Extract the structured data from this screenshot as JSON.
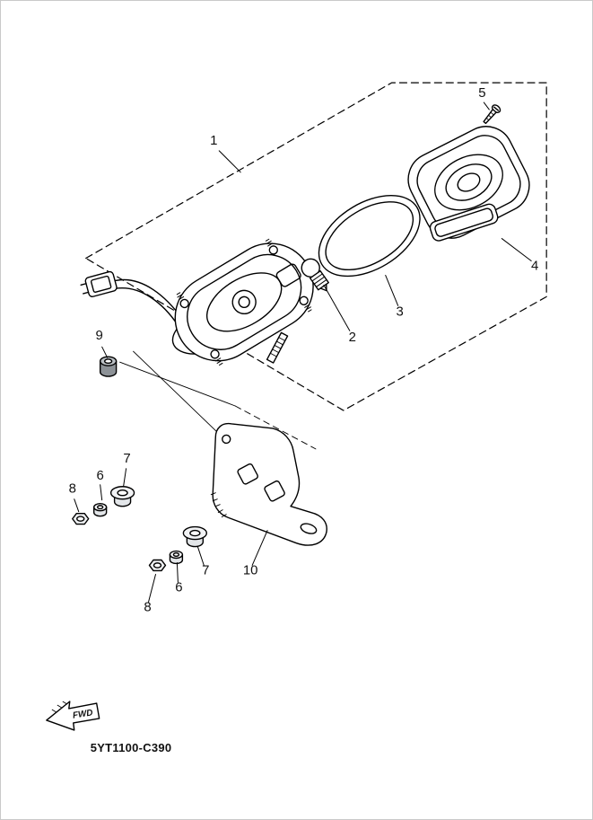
{
  "page": {
    "background": "#ffffff",
    "ink": "#000000",
    "boundary_style": "dashed"
  },
  "diagram": {
    "code": "5YT1100-C390",
    "fwd_label": "FWD",
    "subject": "tail-light-exploded-view"
  },
  "callouts": [
    {
      "label": "1"
    },
    {
      "label": "2"
    },
    {
      "label": "3"
    },
    {
      "label": "4"
    },
    {
      "label": "5"
    },
    {
      "label": "6"
    },
    {
      "label": "7"
    },
    {
      "label": "8"
    },
    {
      "label": "6"
    },
    {
      "label": "7"
    },
    {
      "label": "8"
    },
    {
      "label": "9"
    },
    {
      "label": "10"
    }
  ]
}
